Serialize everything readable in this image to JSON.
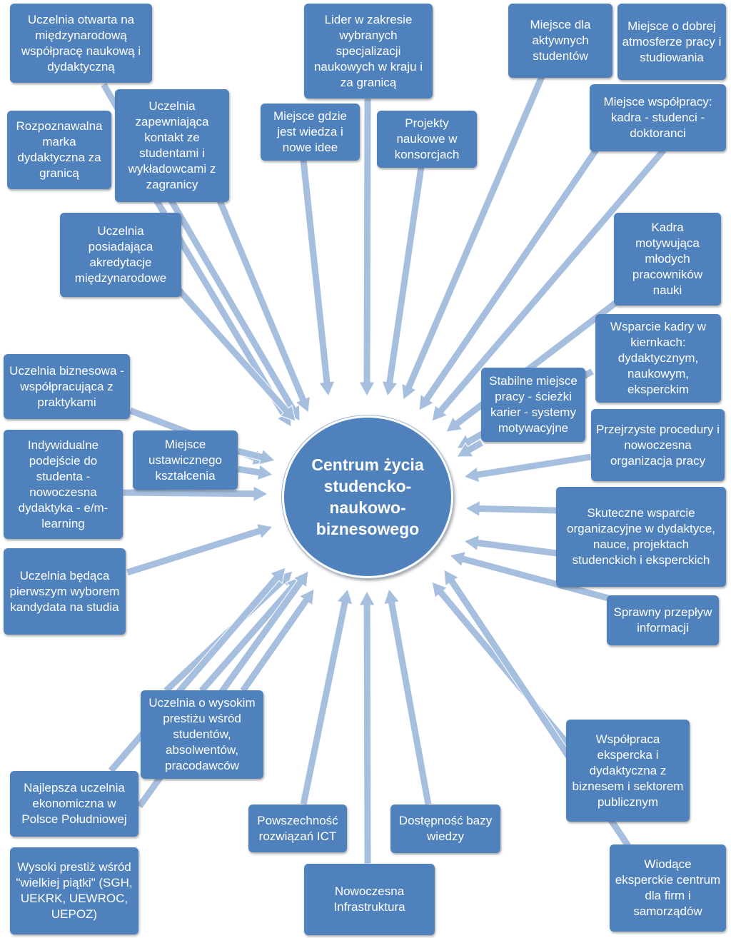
{
  "colors": {
    "node_fill": "#4f81bd",
    "arrow_fill": "#a7bfdf",
    "text": "#ffffff"
  },
  "center": {
    "label": "Centrum życia studencko-naukowo-biznesowego"
  },
  "nodes": [
    {
      "id": "uczelnia-otwarta",
      "label": "Uczelnia otwarta na międzynarodową współpracę naukową i dydaktyczną"
    },
    {
      "id": "lider-specjalizacji",
      "label": "Lider w zakresie wybranych specjalizacji naukowych w kraju i za granicą"
    },
    {
      "id": "miejsce-aktywnych",
      "label": "Miejsce dla aktywnych studentów"
    },
    {
      "id": "miejsce-atmosfera",
      "label": "Miejsce o dobrej atmosferze pracy i studiowania"
    },
    {
      "id": "miejsce-wspolpracy",
      "label": "Miejsce współpracy: kadra - studenci - doktoranci"
    },
    {
      "id": "rozpoznawalna-marka",
      "label": "Rozpoznawalna marka dydaktyczna za granicą"
    },
    {
      "id": "kontakt-zagranica",
      "label": "Uczelnia zapewniająca kontakt ze studentami i wykładowcami z zagranicy"
    },
    {
      "id": "wiedza-idee",
      "label": "Miejsce gdzie jest wiedza i nowe idee"
    },
    {
      "id": "projekty-konsorcja",
      "label": "Projekty naukowe w konsorcjach"
    },
    {
      "id": "akredytacje",
      "label": "Uczelnia posiadająca akredytacje międzynarodowe"
    },
    {
      "id": "kadra-motywujaca",
      "label": "Kadra motywująca młodych pracowników nauki"
    },
    {
      "id": "wsparcie-kadry",
      "label": "Wsparcie kadry w kiernkach: dydaktycznym, naukowym, eksperckim"
    },
    {
      "id": "stabilne-miejsce",
      "label": "Stabilne miejsce pracy - ścieżki karier - systemy motywacyjne"
    },
    {
      "id": "uczelnia-biznesowa",
      "label": "Uczelnia biznesowa - współpracująca z praktykami"
    },
    {
      "id": "ustawiczne-ksztalcenie",
      "label": "Miejsce ustawicznego kształcenia"
    },
    {
      "id": "indywidualne-podejscie",
      "label": "Indywidualne podejście do studenta - nowoczesna dydaktyka - e/m-learning"
    },
    {
      "id": "przejrzyste-procedury",
      "label": "Przejrzyste procedury i nowoczesna organizacja pracy"
    },
    {
      "id": "skuteczne-wsparcie",
      "label": "Skuteczne wsparcie organizacyjne w dydaktyce, nauce, projektach studenckich i eksperckich"
    },
    {
      "id": "pierwszy-wybor",
      "label": "Uczelnia będąca pierwszym wyborem kandydata na studia"
    },
    {
      "id": "sprawny-przeplyw",
      "label": "Sprawny przepływ informacji"
    },
    {
      "id": "wysoki-prestiz",
      "label": "Uczelnia o wysokim prestiżu wśród studentów, absolwentów, pracodawców"
    },
    {
      "id": "wspolpraca-ekspercka",
      "label": "Współpraca ekspercka i dydaktyczna z biznesem i sektorem publicznym"
    },
    {
      "id": "najlepsza-uczelnia",
      "label": "Najlepsza uczelnia ekonomiczna w Polsce Południowej"
    },
    {
      "id": "ict",
      "label": "Powszechność rozwiązań ICT"
    },
    {
      "id": "baza-wiedzy",
      "label": "Dostępność bazy wiedzy"
    },
    {
      "id": "wielka-piatka",
      "label": "Wysoki prestiż wśród \"wielkiej piątki\" (SGH, UEKRK, UEWROC, UEPOZ)"
    },
    {
      "id": "infrastruktura",
      "label": "Nowoczesna Infrastruktura"
    },
    {
      "id": "centrum-eksperckie",
      "label": "Wiodące eksperckie centrum dla firm i samorządów"
    }
  ]
}
